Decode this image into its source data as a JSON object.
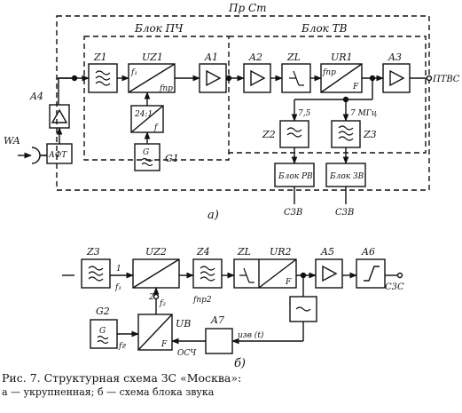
{
  "diagram": {
    "top": {
      "outer_label": "Пр Ст",
      "if_block_label": "Блок ПЧ",
      "tv_block_label": "Блок ТВ",
      "blocks": {
        "z1": "Z1",
        "uz1": "UZ1",
        "a1": "A1",
        "a2": "A2",
        "zl": "ZL",
        "ur1": "UR1",
        "a3": "A3",
        "a4": "A4",
        "aft": "АФТ",
        "div": "24:1",
        "g1": "G1",
        "z2": "Z2",
        "z3": "Z3",
        "rv": "Блок РВ",
        "zv": "Блок ЗВ"
      },
      "signals": {
        "wa": "WA",
        "ptvs": "ПТВС",
        "f1": "f₁",
        "fpr": "fпр",
        "fpr_ur1": "fпр",
        "f_ur1": "F",
        "f_div": "f",
        "g": "G",
        "freq_7_5": "7,5",
        "freq_7mhz": "7 МГц",
        "s3v_left": "С3В",
        "s3v_right": "С3В"
      },
      "sublabel": "а)"
    },
    "bottom": {
      "blocks": {
        "z3": "Z3",
        "uz2": "UZ2",
        "z4": "Z4",
        "zl": "ZL",
        "ur2": "UR2",
        "a5": "A5",
        "a6": "A6",
        "g2": "G2",
        "ub": "UB",
        "a7": "A7",
        "g": "G",
        "f": "F"
      },
      "signals": {
        "one": "1",
        "two": "2",
        "f1": "f₁",
        "f2": "f₂",
        "fpr2": "fпр2",
        "fg": "fг",
        "uzv": "uзв (t)",
        "osch": "ОСЧ",
        "s3s": "С3С",
        "f_ur2": "F"
      },
      "sublabel": "б)"
    }
  },
  "caption": {
    "line1": "Рис. 7. Структурная схема ЗС «Москва»:",
    "line2": "а — укрупненная; б — схема блока звука"
  }
}
